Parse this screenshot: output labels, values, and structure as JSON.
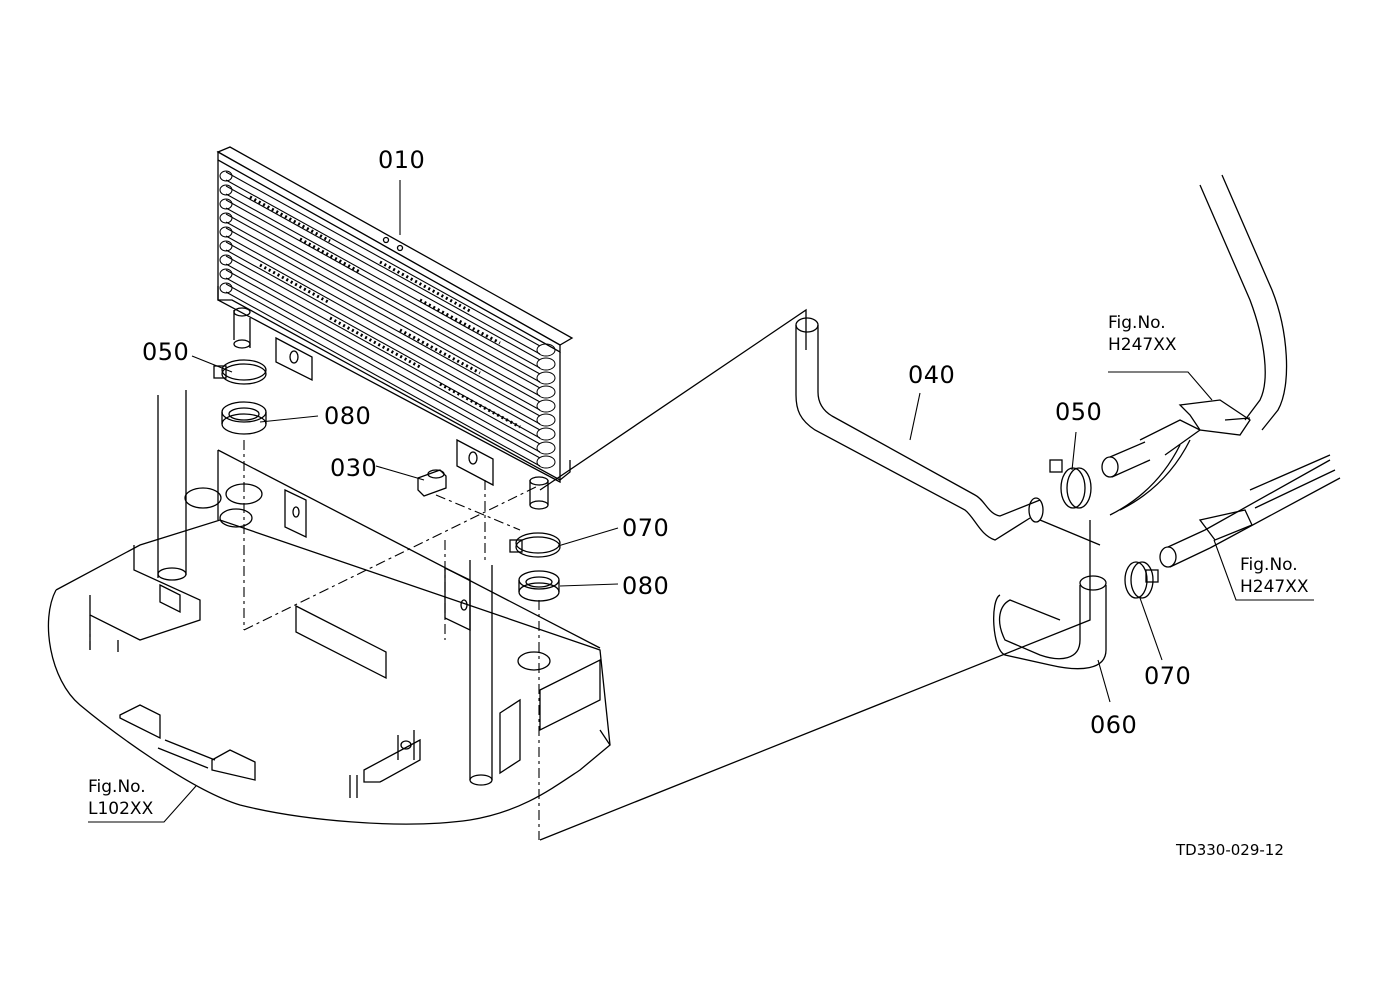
{
  "parts": {
    "p010": "010",
    "p050_left": "050",
    "p080_left": "080",
    "p030": "030",
    "p070_left": "070",
    "p080_right": "080",
    "p040": "040",
    "p050_right": "050",
    "p060": "060",
    "p070_right": "070"
  },
  "refs": {
    "h247_top": {
      "line1": "Fig.No.",
      "line2": "H247XX"
    },
    "h247_bottom": {
      "line1": "Fig.No.",
      "line2": "H247XX"
    },
    "l102": {
      "line1": "Fig.No.",
      "line2": "L102XX"
    }
  },
  "drawing_code": "TD330-029-12"
}
